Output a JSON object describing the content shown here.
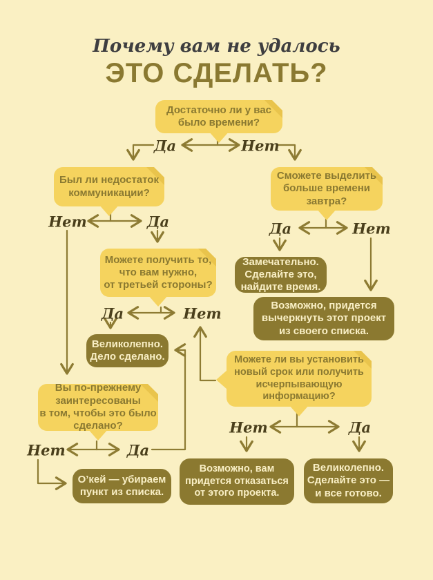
{
  "title": {
    "script": "Почему вам не удалось",
    "main": "ЭТО СДЕЛАТЬ?"
  },
  "decisions": {
    "yes": "Да",
    "no": "Нет"
  },
  "flowchart": {
    "q_enough_time": "Достаточно ли у вас\nбыло времени?",
    "q_communication": "Был ли недостаток\nкоммуникации?",
    "q_more_time_tomorrow": "Сможете выделить\nбольше времени\nзавтра?",
    "q_third_party": "Можете получить то,\nчто вам нужно,\nот третьей стороны?",
    "r_do_it_find_time": "Замечательно.\nСделайте это,\nнайдите время.",
    "r_cross_out_project": "Возможно, придется\nвычеркнуть этот проект\nиз своего списка.",
    "r_done": "Великолепно.\nДело сделано.",
    "q_new_deadline": "Можете ли вы установить\nновый срок или получить\nисчерпывающую\nинформацию?",
    "q_still_interested": "Вы по-прежнему\nзаинтересованы\nв том, чтобы это было\nсделано?",
    "r_remove_item": "О’кей — убираем\nпункт из списка.",
    "r_give_up_project": "Возможно, вам\nпридется отказаться\nот этого проекта.",
    "r_do_it_all_done": "Великолепно.\nСделайте это —\nи все готово."
  },
  "colors": {
    "background": "#faf0c3",
    "bubble_yellow": "#f5d35e",
    "bubble_accent": "#e9c44c",
    "olive": "#8b7930",
    "line": "#8d7b33",
    "label_ink": "#4a3f1c",
    "script_title_ink": "#3e3e40",
    "cream_text": "#f9efc5"
  }
}
